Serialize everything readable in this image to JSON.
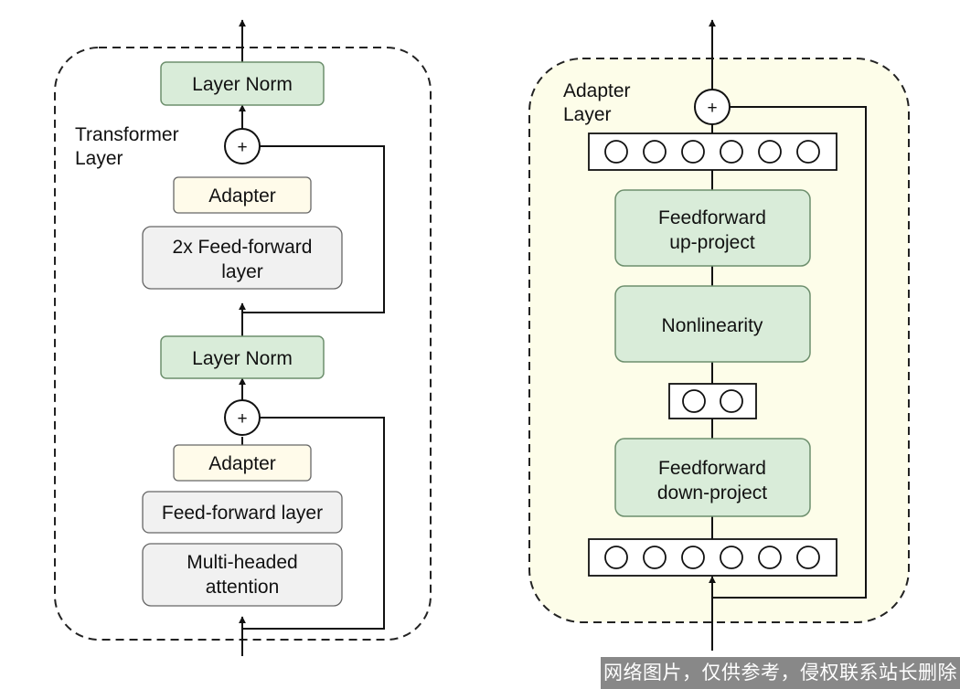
{
  "transformer": {
    "label_line1": "Transformer",
    "label_line2": "Layer",
    "layer_norm_top": "Layer Norm",
    "adapter_top": "Adapter",
    "ffn2_line1": "2x Feed-forward",
    "ffn2_line2": "layer",
    "layer_norm_bottom": "Layer Norm",
    "adapter_bottom": "Adapter",
    "ffn": "Feed-forward layer",
    "mha_line1": "Multi-headed",
    "mha_line2": "attention",
    "plus": "+"
  },
  "adapter_layer": {
    "label_line1": "Adapter",
    "label_line2": "Layer",
    "up_line1": "Feedforward",
    "up_line2": "up-project",
    "nonlinearity": "Nonlinearity",
    "down_line1": "Feedforward",
    "down_line2": "down-project",
    "plus": "+"
  },
  "watermark": "网络图片，仅供参考，侵权联系站长删除",
  "colors": {
    "green_fill": "#d9ecd9",
    "green_stroke": "#6d8f6d",
    "cream_fill": "#fffbea",
    "gray_fill": "#f1f1f1",
    "adapter_bg": "#fdfde9"
  }
}
